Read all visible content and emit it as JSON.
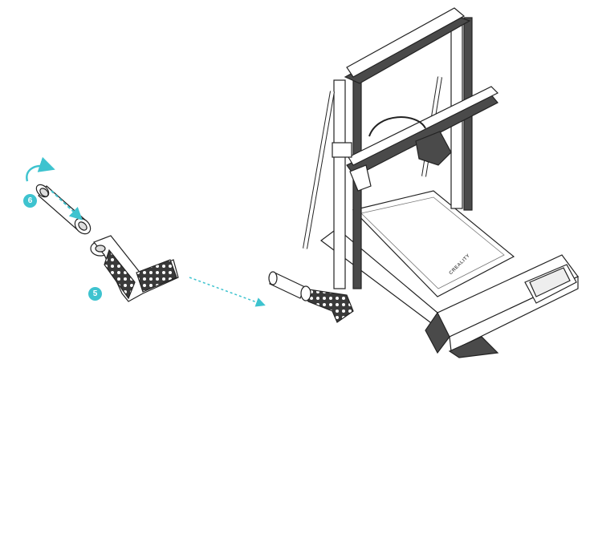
{
  "steps": [
    {
      "number": "6",
      "color": "#3ec3cf"
    },
    {
      "number": "5",
      "color": "#3ec3cf"
    }
  ],
  "printer": {
    "brand": "CREALITY"
  },
  "colors": {
    "accent": "#3ec3cf",
    "line": "#222222",
    "frame_dark": "#4a4a4a",
    "spool_holder_dark": "#3a3a3a"
  },
  "icons": [
    "rotate-arrow-icon",
    "insert-arrow-icon",
    "connector-arrow-icon"
  ]
}
